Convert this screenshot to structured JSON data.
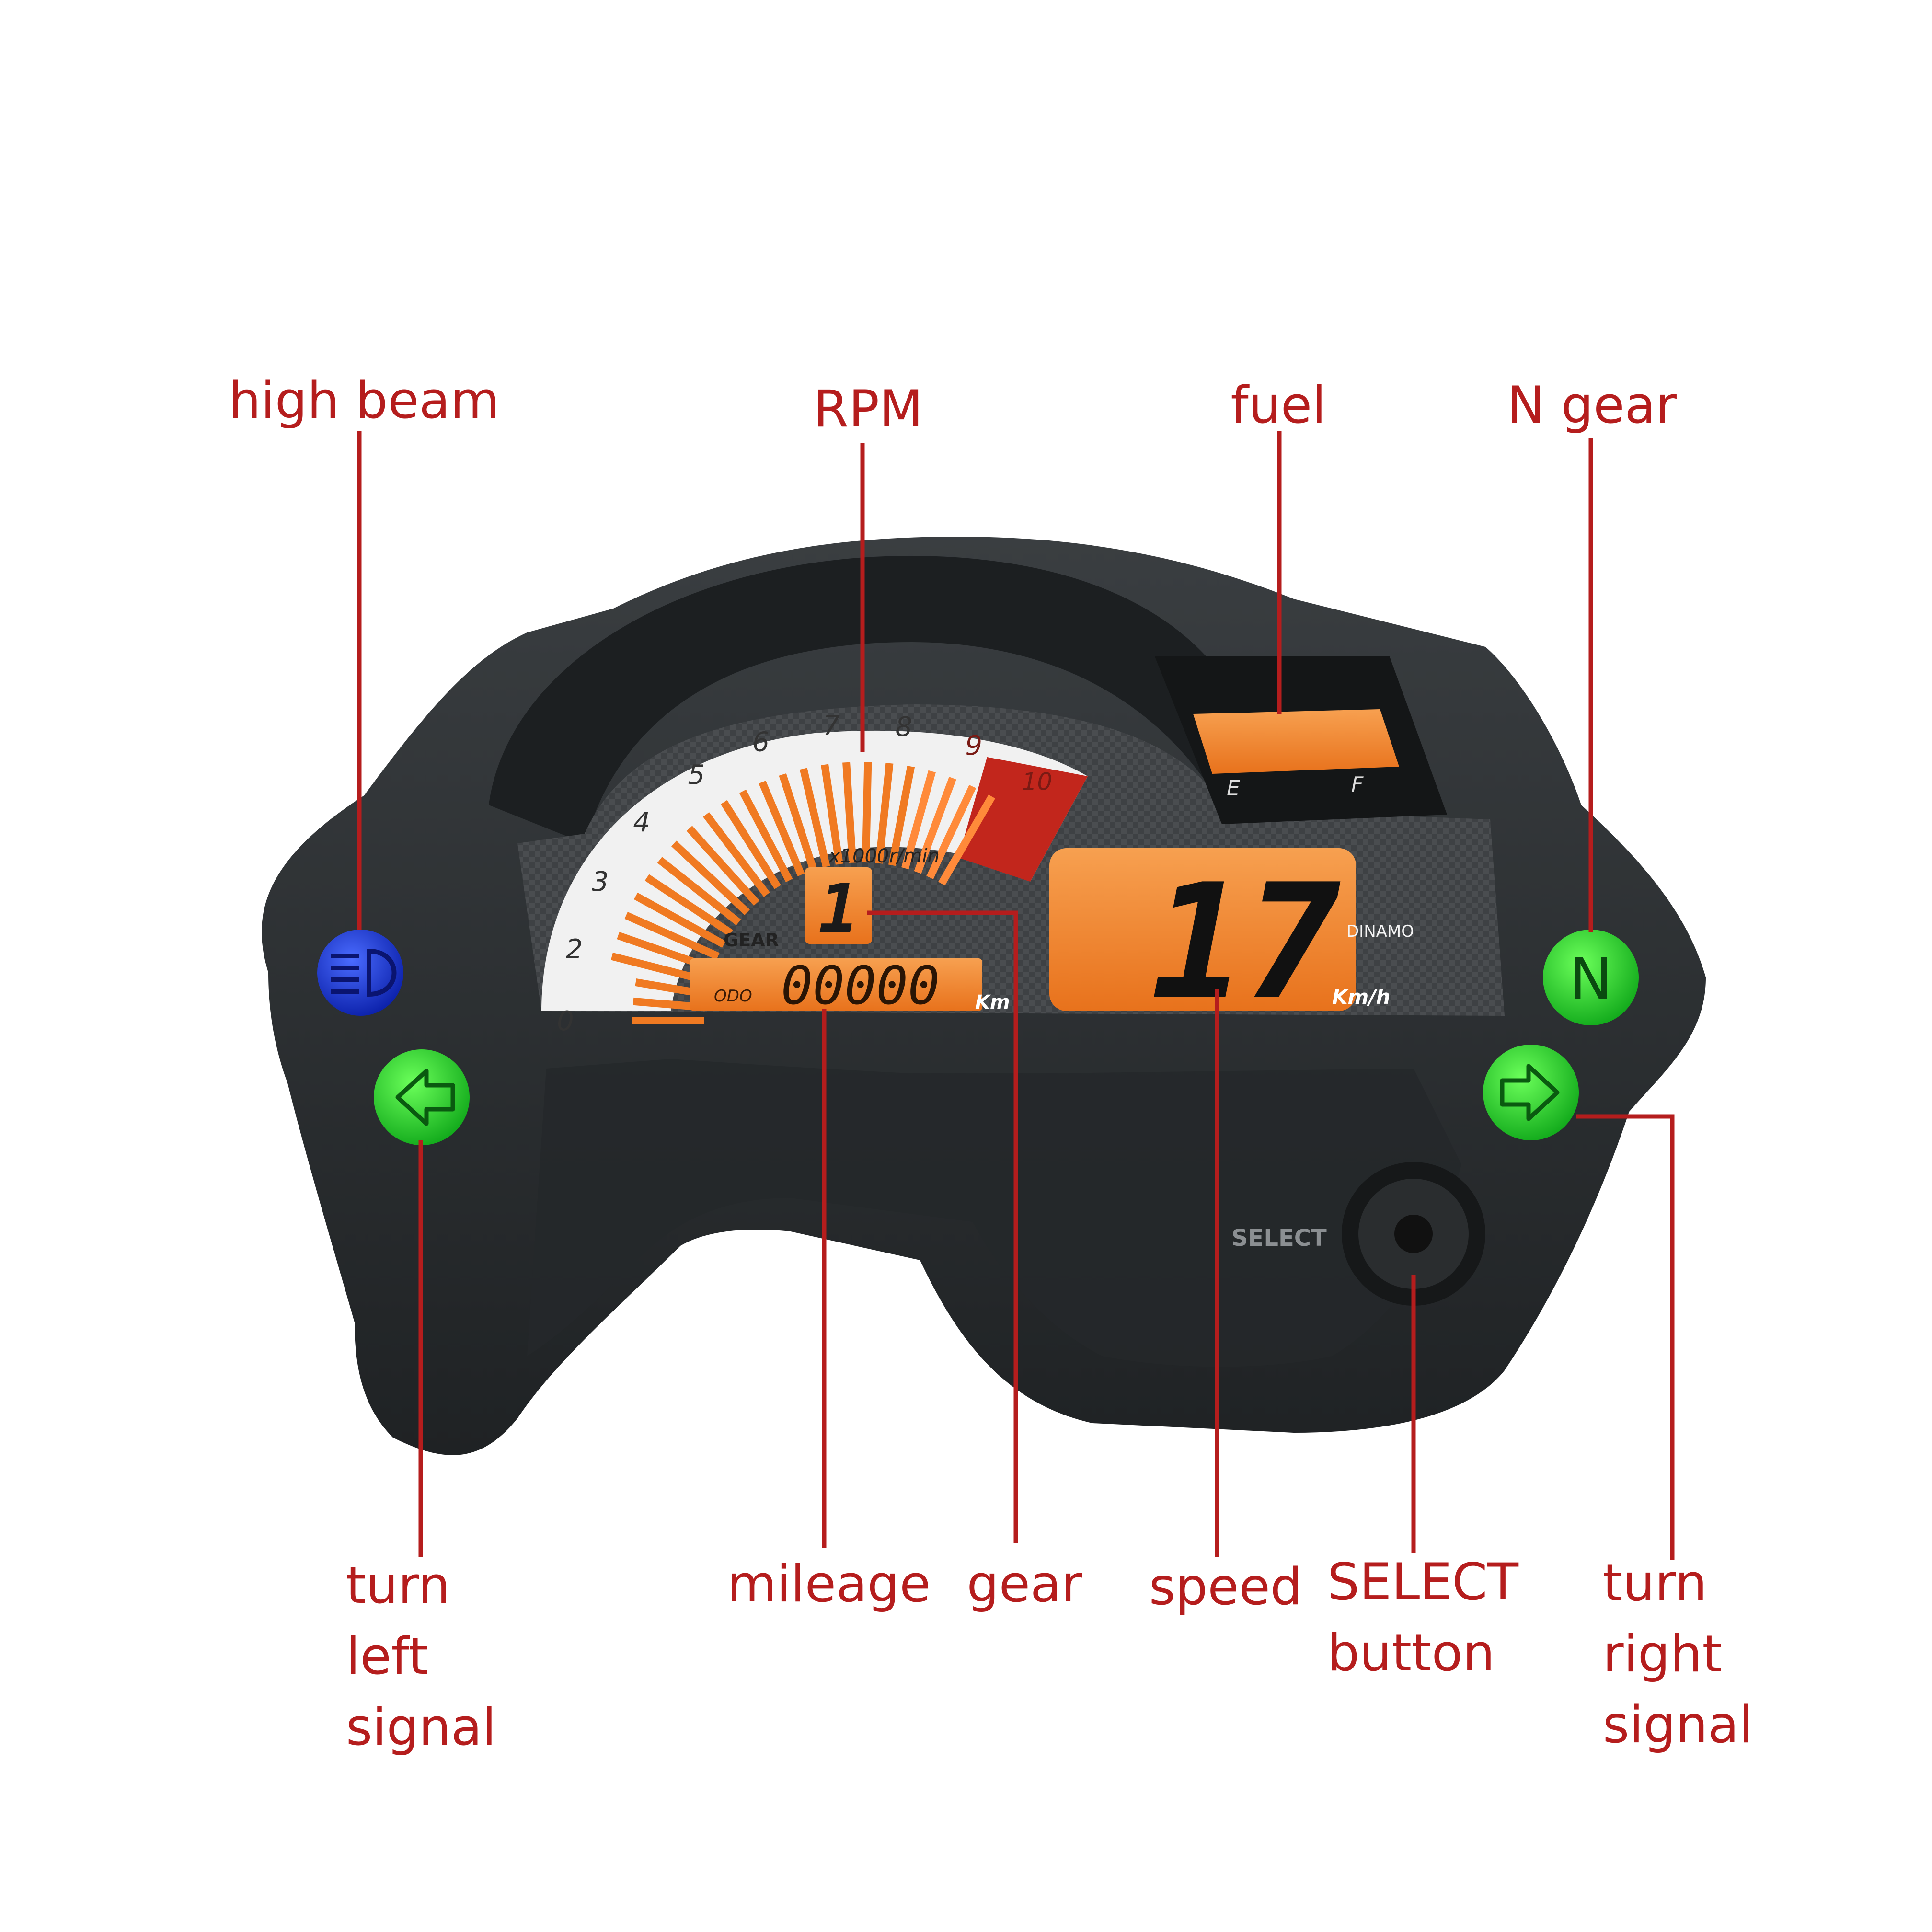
{
  "labels": {
    "high_beam": "high beam",
    "rpm": "RPM",
    "fuel": "fuel",
    "n_gear": "N gear",
    "turn_left": [
      "turn",
      "left",
      "signal"
    ],
    "mileage": "mileage",
    "gear": "gear",
    "speed": "speed",
    "select_button": [
      "SELECT",
      "button"
    ],
    "turn_right": [
      "turn",
      "right",
      "signal"
    ]
  },
  "dash": {
    "tach_numbers": [
      "0",
      "2",
      "3",
      "4",
      "5",
      "6",
      "7",
      "8",
      "9",
      "10"
    ],
    "tach_unit": "x1000r/min",
    "gear_label": "GEAR",
    "gear_value": "1",
    "odo_label": "ODO",
    "odo_value": "00000",
    "odo_unit": "Km",
    "speed_value": "17",
    "speed_unit": "Km/h",
    "brand": "DINAMO",
    "fuel_e": "E",
    "fuel_f": "F",
    "neutral_letter": "N",
    "select_text": "SELECT"
  },
  "colors": {
    "annotation": "#b51d1d",
    "housing": "#2a2d2f",
    "lcd_orange": "#f28a2e",
    "indicator_green": "#21d42a",
    "indicator_blue": "#1c3be0",
    "redline": "#c2261c"
  }
}
